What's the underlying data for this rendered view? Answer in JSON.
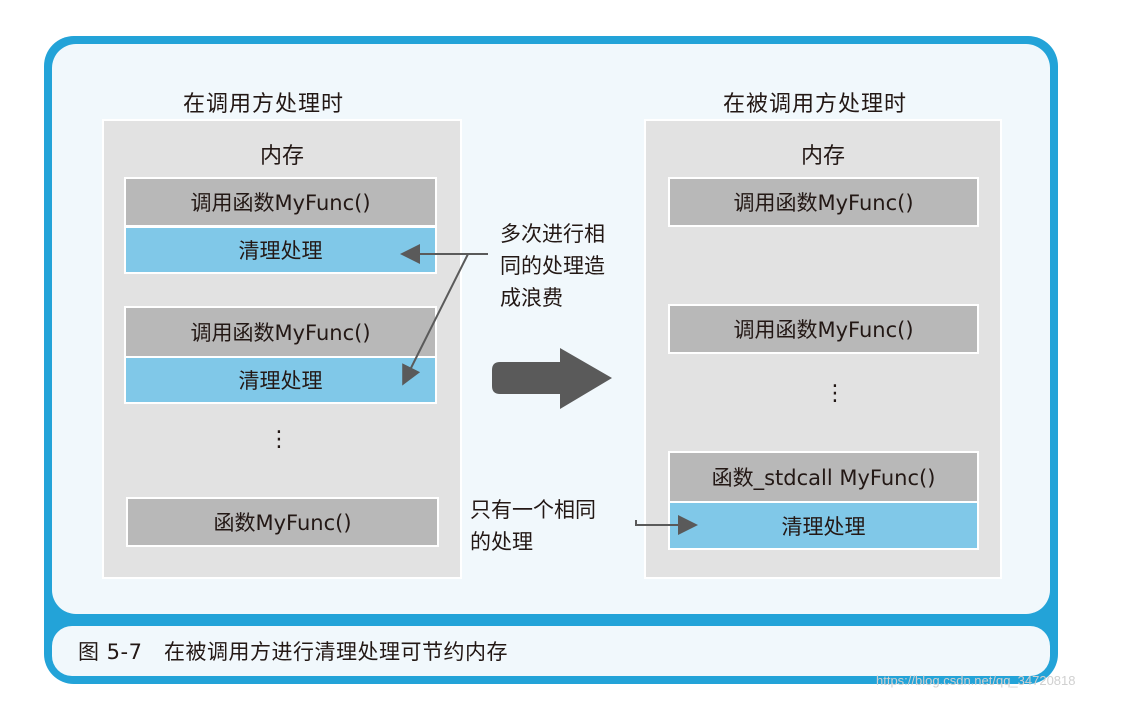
{
  "left": {
    "heading": "在调用方处理时",
    "memory_label": "内存",
    "call_box_1": "调用函数MyFunc()",
    "cleanup_box_1": "清理处理",
    "call_box_2": "调用函数MyFunc()",
    "cleanup_box_2": "清理处理",
    "ellipsis": "⋮",
    "func_box": "函数MyFunc()"
  },
  "right": {
    "heading": "在被调用方处理时",
    "memory_label": "内存",
    "call_box_1": "调用函数MyFunc()",
    "call_box_2": "调用函数MyFunc()",
    "ellipsis": "⋮",
    "func_box": "函数_stdcall MyFunc()",
    "cleanup_box": "清理处理"
  },
  "notes": {
    "waste_line_1": "多次进行相",
    "waste_line_2": "同的处理造",
    "waste_line_3": "成浪费",
    "single_line_1": "只有一个相同",
    "single_line_2": "的处理"
  },
  "caption": "图 5-7　在被调用方进行清理处理可节约内存",
  "watermark": "https://blog.csdn.net/qq_34720818",
  "colors": {
    "frame": "#23a3d8",
    "frame_fill": "#f1f8fc",
    "memory_panel": "#e2e2e2",
    "call_box": "#b8b8b8",
    "cleanup_box": "#80c8e8",
    "arrow": "#5a5a5a"
  },
  "icons": {
    "transition_arrow": "right-arrow-icon",
    "pointer_arrows": "arrow-icon"
  }
}
